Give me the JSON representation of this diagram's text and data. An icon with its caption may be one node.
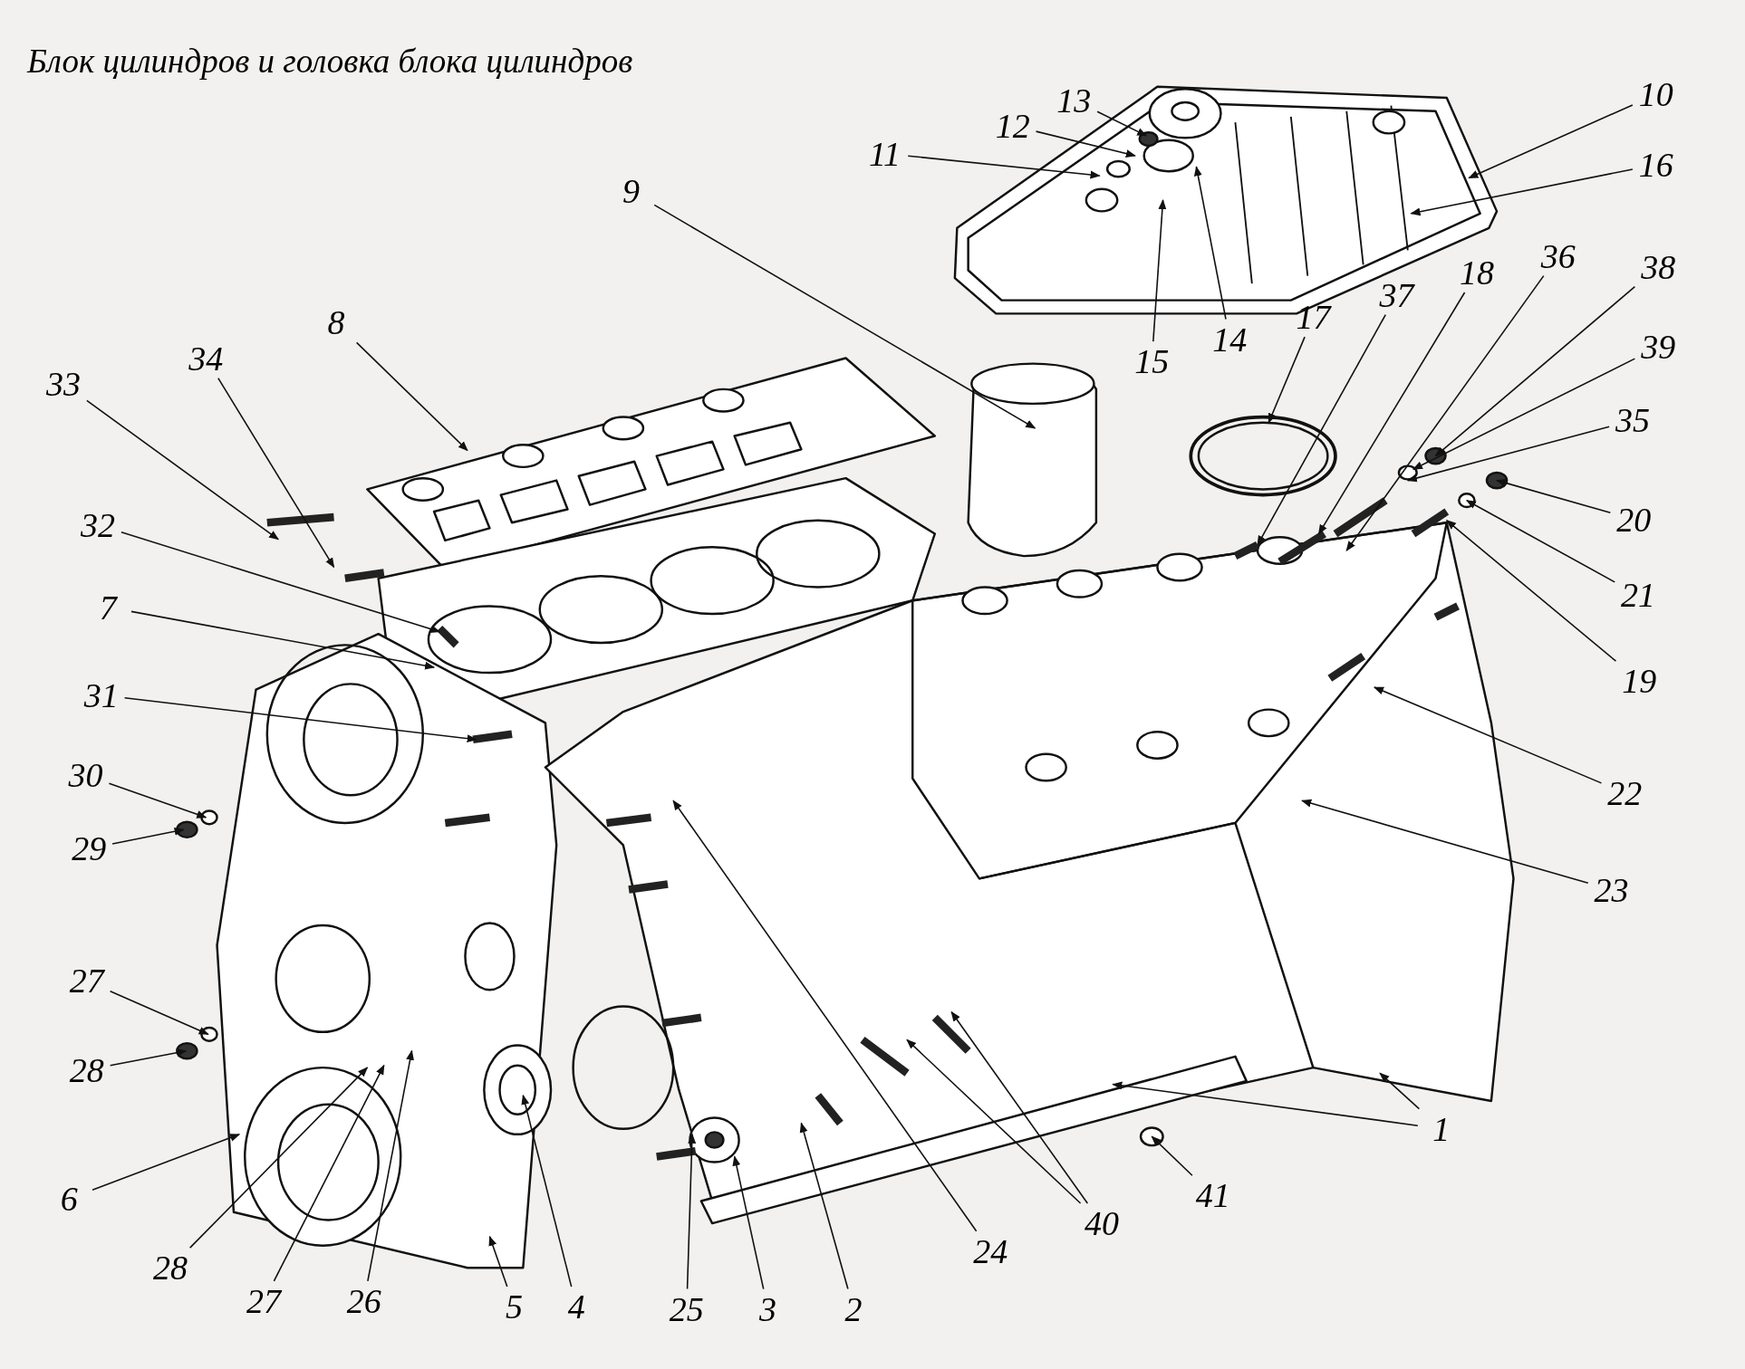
{
  "diagram": {
    "title": "Блок цилиндров и головка блока цилиндров",
    "nodes": [
      {
        "text": [
          "10"
        ]
      },
      {
        "text": [
          "13"
        ]
      },
      {
        "text": [
          "12"
        ]
      },
      {
        "text": [
          "11"
        ]
      },
      {
        "text": [
          "16"
        ]
      },
      {
        "text": [
          "9"
        ]
      },
      {
        "text": [
          "36"
        ]
      },
      {
        "text": [
          "38"
        ]
      },
      {
        "text": [
          "18"
        ]
      },
      {
        "text": [
          "37"
        ]
      },
      {
        "text": [
          "17"
        ]
      },
      {
        "text": [
          "39"
        ]
      },
      {
        "text": [
          "8"
        ]
      },
      {
        "text": [
          "15"
        ]
      },
      {
        "text": [
          "14"
        ]
      },
      {
        "text": [
          "34"
        ]
      },
      {
        "text": [
          "33"
        ]
      },
      {
        "text": [
          "35"
        ]
      },
      {
        "text": [
          "20"
        ]
      },
      {
        "text": [
          "32"
        ]
      },
      {
        "text": [
          "21"
        ]
      },
      {
        "text": [
          "7"
        ]
      },
      {
        "text": [
          "19"
        ]
      },
      {
        "text": [
          "31"
        ]
      },
      {
        "text": [
          "30"
        ]
      },
      {
        "text": [
          "22"
        ]
      },
      {
        "text": [
          "29"
        ]
      },
      {
        "text": [
          "23"
        ]
      },
      {
        "text": [
          "27"
        ]
      },
      {
        "text": [
          "28"
        ]
      },
      {
        "text": [
          "1"
        ]
      },
      {
        "text": [
          "6"
        ]
      },
      {
        "text": [
          "41"
        ]
      },
      {
        "text": [
          "40"
        ]
      },
      {
        "text": [
          "24"
        ]
      },
      {
        "text": [
          "28"
        ]
      },
      {
        "text": [
          "27"
        ]
      },
      {
        "text": [
          "26"
        ]
      },
      {
        "text": [
          "5"
        ]
      },
      {
        "text": [
          "4"
        ]
      },
      {
        "text": [
          "25"
        ]
      },
      {
        "text": [
          "3"
        ]
      },
      {
        "text": [
          "2"
        ]
      }
    ],
    "edges": [
      {
        "from": 0,
        "to": null,
        "arrow": "to"
      },
      {
        "from": 1,
        "to": null,
        "arrow": "to"
      },
      {
        "from": 2,
        "to": null,
        "arrow": "to"
      },
      {
        "from": 3,
        "to": null,
        "arrow": "to"
      },
      {
        "from": 4,
        "to": null,
        "arrow": "to"
      },
      {
        "from": 5,
        "to": null,
        "arrow": "to"
      },
      {
        "from": 6,
        "to": null,
        "arrow": "to"
      },
      {
        "from": 7,
        "to": null,
        "arrow": "to"
      },
      {
        "from": 8,
        "to": null,
        "arrow": "to"
      },
      {
        "from": 9,
        "to": null,
        "arrow": "to"
      },
      {
        "from": 10,
        "to": null,
        "arrow": "to"
      },
      {
        "from": 11,
        "to": null,
        "arrow": "to"
      },
      {
        "from": 12,
        "to": null,
        "arrow": "to"
      },
      {
        "from": 13,
        "to": null,
        "arrow": "to"
      },
      {
        "from": 14,
        "to": null,
        "arrow": "to"
      },
      {
        "from": 15,
        "to": null,
        "arrow": "to"
      },
      {
        "from": 16,
        "to": null,
        "arrow": "to"
      },
      {
        "from": 17,
        "to": null,
        "arrow": "to"
      },
      {
        "from": 18,
        "to": null,
        "arrow": "to"
      },
      {
        "from": 19,
        "to": null,
        "arrow": "to"
      },
      {
        "from": 20,
        "to": null,
        "arrow": "to"
      },
      {
        "from": 21,
        "to": null,
        "arrow": "to"
      },
      {
        "from": 22,
        "to": null,
        "arrow": "to"
      },
      {
        "from": 23,
        "to": null,
        "arrow": "to"
      },
      {
        "from": 24,
        "to": null,
        "arrow": "to"
      },
      {
        "from": 25,
        "to": null,
        "arrow": "to"
      },
      {
        "from": 26,
        "to": null,
        "arrow": "to"
      },
      {
        "from": 27,
        "to": null,
        "arrow": "to"
      },
      {
        "from": 28,
        "to": null,
        "arrow": "to"
      },
      {
        "from": 29,
        "to": null,
        "arrow": "to"
      },
      {
        "from": 30,
        "to": null,
        "arrow": "to"
      },
      {
        "from": 30,
        "to": null,
        "arrow": "to"
      },
      {
        "from": 31,
        "to": null,
        "arrow": "to"
      },
      {
        "from": 32,
        "to": null,
        "arrow": "to"
      },
      {
        "from": 33,
        "to": null,
        "arrow": "to"
      },
      {
        "from": 33,
        "to": null,
        "arrow": "to"
      },
      {
        "from": 34,
        "to": null,
        "arrow": "to"
      },
      {
        "from": 35,
        "to": null,
        "arrow": "to"
      },
      {
        "from": 36,
        "to": null,
        "arrow": "to"
      },
      {
        "from": 37,
        "to": null,
        "arrow": "to"
      },
      {
        "from": 38,
        "to": null,
        "arrow": "to"
      },
      {
        "from": 39,
        "to": null,
        "arrow": "to"
      },
      {
        "from": 40,
        "to": null,
        "arrow": "to"
      },
      {
        "from": 41,
        "to": null,
        "arrow": "to"
      },
      {
        "from": 42,
        "to": null,
        "arrow": "to"
      }
    ]
  }
}
